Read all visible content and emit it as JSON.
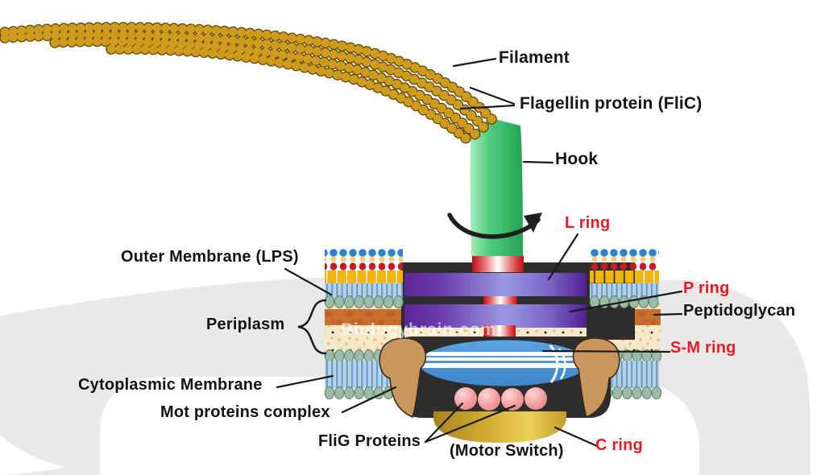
{
  "diagram_title": "Bacterial flagellum structure",
  "labels": {
    "filament": "Filament",
    "flagellin": "Flagellin protein (FliC)",
    "hook": "Hook",
    "l_ring": "L ring",
    "outer_membrane": "Outer Membrane (LPS)",
    "periplasm": "Periplasm",
    "cytoplasmic_membrane": "Cytoplasmic Membrane",
    "mot_proteins": "Mot proteins complex",
    "flig_proteins": "FliG Proteins",
    "motor_switch": "(Motor Switch)",
    "c_ring": "C ring",
    "p_ring": "P ring",
    "peptidoglycan": "Peptidoglycan",
    "sm_ring": "S-M ring"
  },
  "watermark": "Biologybrain.com",
  "colors": {
    "label_black": "#141414",
    "label_red": "#ec1b23",
    "filament_gold": "#cf9b1d",
    "filament_outline": "#5f470b",
    "hook_green": "#2eb55b",
    "ring_purple": "#5c2697",
    "rod_red": "#c01010",
    "basal_body_black": "#2d2d2d",
    "sm_ring_blue": "#4a95da",
    "c_ring_gold": "#d2ac31",
    "flig_pink": "#ee8f93",
    "mot_protein_tan": "#c9975e",
    "peptidoglycan_orange": "#c8702f",
    "periplasm_tan": "#f5e8c8",
    "membrane_oval_green": "#9cbcaa",
    "lps_blue_dot": "#2b7fd6",
    "lps_red_dot": "#c41e28",
    "lps_yellow_head": "#f2b705",
    "cell_band_gray": "#e9e9e9"
  }
}
